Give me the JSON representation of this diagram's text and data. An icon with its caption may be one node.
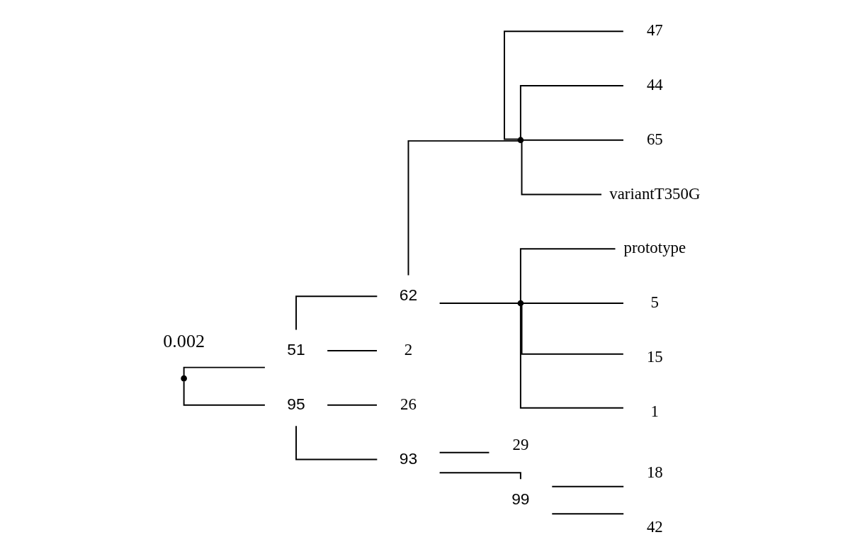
{
  "diagram": {
    "nodes": [
      {
        "text": [],
        "shape": "point"
      },
      {
        "text": [
          "51"
        ]
      },
      {
        "text": [
          "62"
        ]
      },
      {
        "text": [],
        "shape": "point"
      },
      {
        "text": [
          "47"
        ]
      },
      {
        "text": [
          "44"
        ]
      },
      {
        "text": [
          "65"
        ]
      },
      {
        "text": [
          "variantT350G"
        ]
      },
      {
        "text": [],
        "shape": "point"
      },
      {
        "text": [
          "prototype"
        ]
      },
      {
        "text": [
          "5"
        ]
      },
      {
        "text": [
          "15"
        ]
      },
      {
        "text": [
          "1"
        ]
      },
      {
        "text": [
          "2"
        ]
      },
      {
        "text": [
          "95"
        ]
      },
      {
        "text": [
          "26"
        ]
      },
      {
        "text": [
          "93"
        ]
      },
      {
        "text": [
          "29"
        ]
      },
      {
        "text": [
          "99"
        ]
      },
      {
        "text": [
          "18"
        ]
      },
      {
        "text": [
          "42"
        ]
      }
    ],
    "edges": [
      {
        "from": 0,
        "to": 1,
        "arrow": "none"
      },
      {
        "from": 1,
        "to": 2,
        "arrow": "none"
      },
      {
        "from": 2,
        "to": 3,
        "arrow": "none"
      },
      {
        "from": 3,
        "to": 4,
        "arrow": "none"
      },
      {
        "from": 3,
        "to": 5,
        "arrow": "none"
      },
      {
        "from": 3,
        "to": 6,
        "arrow": "none"
      },
      {
        "from": 3,
        "to": 7,
        "arrow": "none"
      },
      {
        "from": 2,
        "to": 8,
        "arrow": "none"
      },
      {
        "from": 8,
        "to": 9,
        "arrow": "none"
      },
      {
        "from": 8,
        "to": 10,
        "arrow": "none"
      },
      {
        "from": 8,
        "to": 11,
        "arrow": "none"
      },
      {
        "from": 8,
        "to": 12,
        "arrow": "none"
      },
      {
        "from": 1,
        "to": 13,
        "arrow": "none"
      },
      {
        "from": 0,
        "to": 14,
        "arrow": "none"
      },
      {
        "from": 14,
        "to": 15,
        "arrow": "none"
      },
      {
        "from": 14,
        "to": 16,
        "arrow": "none"
      },
      {
        "from": 16,
        "to": 17,
        "arrow": "none"
      },
      {
        "from": 16,
        "to": 18,
        "arrow": "none"
      },
      {
        "from": 18,
        "to": 19,
        "arrow": "none"
      },
      {
        "from": 18,
        "to": 20,
        "arrow": "none"
      }
    ],
    "labels": [
      "0.002"
    ]
  }
}
